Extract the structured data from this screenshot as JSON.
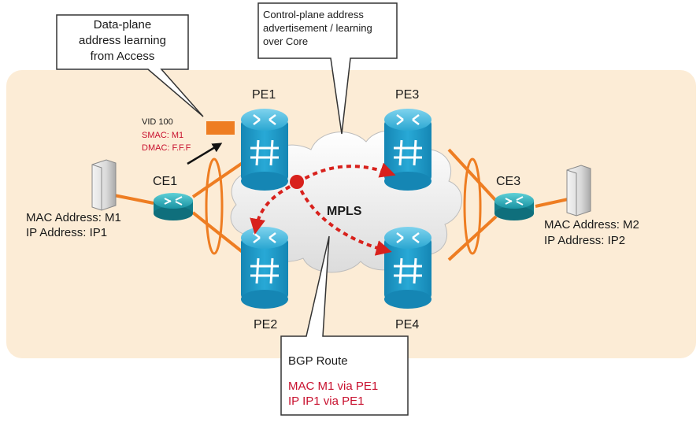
{
  "callouts": {
    "data_plane": {
      "line1": "Data-plane",
      "line2": "address learning",
      "line3": "from Access"
    },
    "control_plane": {
      "line1": "Control-plane address",
      "line2": "advertisement / learning",
      "line3": "over Core"
    },
    "bgp": {
      "title": "BGP Route",
      "line1": "MAC M1 via PE1",
      "line2": "IP IP1 via PE1"
    }
  },
  "frame": {
    "vid": "VID 100",
    "smac": "SMAC: M1",
    "dmac": "DMAC: F.F.F"
  },
  "nodes": {
    "pe1": "PE1",
    "pe2": "PE2",
    "pe3": "PE3",
    "pe4": "PE4",
    "ce1": "CE1",
    "ce3": "CE3",
    "cloud": "MPLS"
  },
  "hosts": {
    "left": {
      "mac": "MAC Address: M1",
      "ip": "IP Address: IP1"
    },
    "right": {
      "mac": "MAC Address: M2",
      "ip": "IP Address: IP2"
    }
  },
  "colors": {
    "background": "#fcecd6",
    "link": "#ee7d22",
    "switch": "#1fa3cf",
    "dashed": "#d8211c",
    "frame": "#ee7d22",
    "red_text": "#c8102e"
  }
}
